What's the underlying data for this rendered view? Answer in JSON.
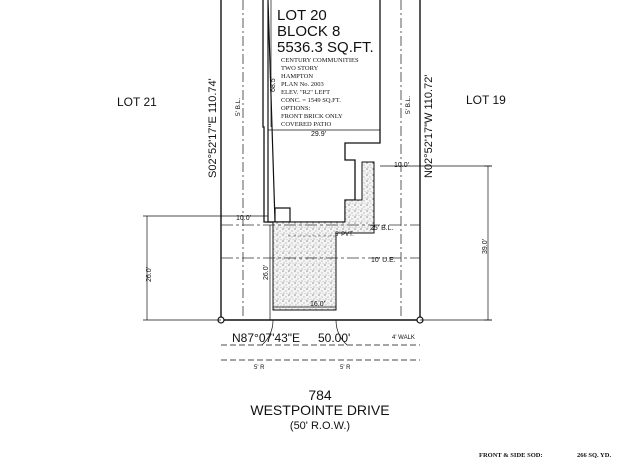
{
  "plan_header": {
    "lot": "LOT 20",
    "block": "BLOCK 8",
    "area": "5536.3 SQ.FT."
  },
  "house_notes": [
    "CENTURY COMMUNITIES",
    "TWO STORY",
    "HAMPTON",
    "PLAN No. 2003",
    "ELEV. \"R2\" LEFT",
    "CONC. = 1549 SQ.FT.",
    "OPTIONS:",
    "FRONT BRICK ONLY",
    "COVERED PATIO"
  ],
  "adjacent_lots": {
    "left": "LOT 21",
    "right": "LOT 19"
  },
  "bearings": {
    "west_line": "S02°52'17\"E   110.74'",
    "east_line": "N02°52'17\"W   110.72'",
    "front_line": "N87°07'43\"E",
    "front_distance": "50.00'"
  },
  "dimensions": {
    "house_width": "29.9'",
    "side_left": "10.0'",
    "side_right": "10.0'",
    "rear_setback": "68.5'",
    "front_depth_left": "26.0'",
    "front_depth_mid": "26.0'",
    "right_depth": "39.0'",
    "drive_width": "16.0'",
    "side_bl_left": "5' B.L.",
    "side_bl_right": "5' B.L.",
    "front_bl": "25' B.L.",
    "ue": "10' U.E.",
    "pvt": "5' PVT.",
    "walk": "4' WALK",
    "radius_left": "5' R",
    "radius_right": "5' R"
  },
  "street": {
    "number": "784",
    "name": "WESTPOINTE DRIVE",
    "row": "(50' R.O.W.)"
  },
  "sod": {
    "label": "FRONT & SIDE SOD:",
    "value": "266 SQ. YD."
  }
}
